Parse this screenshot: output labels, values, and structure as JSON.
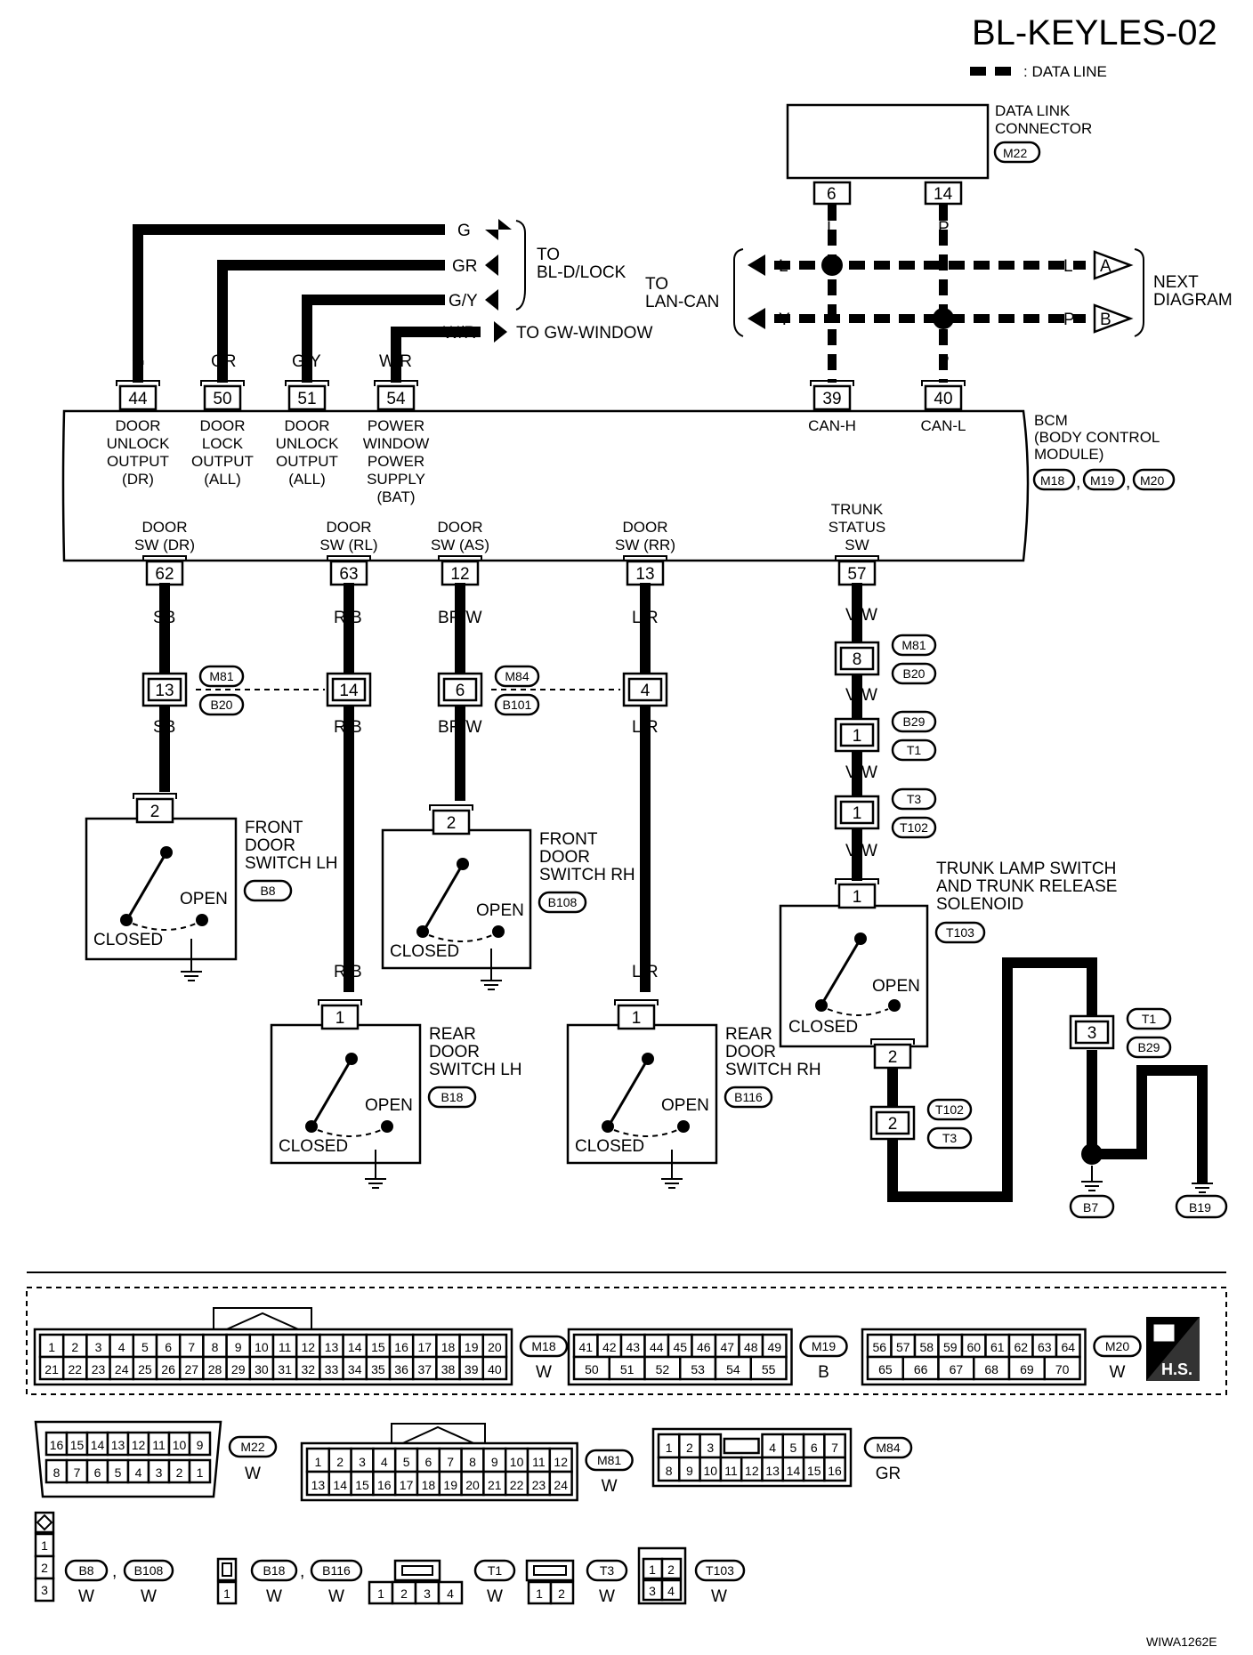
{
  "diagram_id": "BL-KEYLES-02",
  "legend": {
    "data_line": ": DATA LINE"
  },
  "dlc": {
    "label1": "DATA LINK",
    "label2": "CONNECTOR",
    "conn": "M22",
    "pin_l": "6",
    "pin_p": "14"
  },
  "to_bl_dlock": {
    "l1": "TO",
    "l2": "BL-D/LOCK"
  },
  "to_gw": "TO GW-WINDOW",
  "to_lan": {
    "l1": "TO",
    "l2": "LAN-CAN"
  },
  "next_diagram": {
    "l1": "NEXT",
    "l2": "DIAGRAM",
    "a": "A",
    "b": "B"
  },
  "bcm": {
    "l1": "BCM",
    "l2": "(BODY CONTROL",
    "l3": "MODULE)",
    "c1": "M18",
    "c2": "M19",
    "c3": "M20",
    "sep": ","
  },
  "colors": {
    "G": "G",
    "GR": "GR",
    "GY": "G/Y",
    "WR": "W/R",
    "L": "L",
    "P": "P",
    "Y": "Y",
    "SB": "SB",
    "RB": "R/B",
    "BRW": "BR/W",
    "LR": "L/R",
    "VW": "V/W",
    "B": "B"
  },
  "top_pins": [
    {
      "pin": "44",
      "lines": [
        "DOOR",
        "UNLOCK",
        "OUTPUT",
        "(DR)"
      ]
    },
    {
      "pin": "50",
      "lines": [
        "DOOR",
        "LOCK",
        "OUTPUT",
        "(ALL)"
      ]
    },
    {
      "pin": "51",
      "lines": [
        "DOOR",
        "UNLOCK",
        "OUTPUT",
        "(ALL)"
      ]
    },
    {
      "pin": "54",
      "lines": [
        "POWER",
        "WINDOW",
        "POWER",
        "SUPPLY",
        "(BAT)"
      ]
    },
    {
      "pin": "39",
      "lines": [
        "CAN-H"
      ]
    },
    {
      "pin": "40",
      "lines": [
        "CAN-L"
      ]
    }
  ],
  "bottom_pins": [
    {
      "pin": "62",
      "lines": [
        "DOOR",
        "SW (DR)"
      ]
    },
    {
      "pin": "63",
      "lines": [
        "DOOR",
        "SW (RL)"
      ]
    },
    {
      "pin": "12",
      "lines": [
        "DOOR",
        "SW (AS)"
      ]
    },
    {
      "pin": "13",
      "lines": [
        "DOOR",
        "SW (RR)"
      ]
    },
    {
      "pin": "57",
      "lines": [
        "TRUNK",
        "STATUS",
        "SW"
      ]
    }
  ],
  "joints": {
    "j1": {
      "pin": "13",
      "ca": "M81",
      "cb": "B20"
    },
    "j2": {
      "pin": "14"
    },
    "j3": {
      "pin": "6",
      "ca": "M84",
      "cb": "B101"
    },
    "j4": {
      "pin": "4"
    },
    "j5": {
      "pin": "8",
      "ca": "M81",
      "cb": "B20"
    },
    "j6": {
      "pin": "1",
      "ca": "B29",
      "cb": "T1"
    },
    "j7": {
      "pin": "1",
      "ca": "T3",
      "cb": "T102"
    },
    "j8": {
      "pin": "2",
      "ca": "T102",
      "cb": "T3"
    },
    "j9": {
      "pin": "3",
      "ca": "T1",
      "cb": "B29"
    }
  },
  "switches": {
    "fl": {
      "l1": "FRONT",
      "l2": "DOOR",
      "l3": "SWITCH LH",
      "conn": "B8",
      "pin": "2"
    },
    "fr": {
      "l1": "FRONT",
      "l2": "DOOR",
      "l3": "SWITCH RH",
      "conn": "B108",
      "pin": "2"
    },
    "rl": {
      "l1": "REAR",
      "l2": "DOOR",
      "l3": "SWITCH LH",
      "conn": "B18",
      "pin": "1"
    },
    "rr": {
      "l1": "REAR",
      "l2": "DOOR",
      "l3": "SWITCH RH",
      "conn": "B116",
      "pin": "1"
    },
    "trunk": {
      "l1": "TRUNK LAMP SWITCH",
      "l2": "AND TRUNK RELEASE",
      "l3": "SOLENOID",
      "conn": "T103",
      "pin1": "1",
      "pin2": "2"
    },
    "open": "OPEN",
    "closed": "CLOSED"
  },
  "grounds": {
    "g1": "B7",
    "g2": "B19"
  },
  "connectors": {
    "M18": {
      "name": "M18",
      "color": "W",
      "row1": [
        "1",
        "2",
        "3",
        "4",
        "5",
        "6",
        "7",
        "8",
        "9",
        "10",
        "11",
        "12",
        "13",
        "14",
        "15",
        "16",
        "17",
        "18",
        "19",
        "20"
      ],
      "row2": [
        "21",
        "22",
        "23",
        "24",
        "25",
        "26",
        "27",
        "28",
        "29",
        "30",
        "31",
        "32",
        "33",
        "34",
        "35",
        "36",
        "37",
        "38",
        "39",
        "40"
      ]
    },
    "M19": {
      "name": "M19",
      "color": "B",
      "row1": [
        "41",
        "42",
        "43",
        "44",
        "45",
        "46",
        "47",
        "48",
        "49"
      ],
      "row2": [
        "50",
        "51",
        "52",
        "53",
        "54",
        "55"
      ]
    },
    "M20": {
      "name": "M20",
      "color": "W",
      "row1": [
        "56",
        "57",
        "58",
        "59",
        "60",
        "61",
        "62",
        "63",
        "64"
      ],
      "row2": [
        "65",
        "66",
        "67",
        "68",
        "69",
        "70"
      ]
    },
    "M22": {
      "name": "M22",
      "color": "W",
      "row1": [
        "16",
        "15",
        "14",
        "13",
        "12",
        "11",
        "10",
        "9"
      ],
      "row2": [
        "8",
        "7",
        "6",
        "5",
        "4",
        "3",
        "2",
        "1"
      ]
    },
    "M81": {
      "name": "M81",
      "color": "W",
      "row1": [
        "1",
        "2",
        "3",
        "4",
        "5",
        "6",
        "7",
        "8",
        "9",
        "10",
        "11",
        "12"
      ],
      "row2": [
        "13",
        "14",
        "15",
        "16",
        "17",
        "18",
        "19",
        "20",
        "21",
        "22",
        "23",
        "24"
      ]
    },
    "M84": {
      "name": "M84",
      "color": "GR",
      "row1": [
        "1",
        "2",
        "3",
        "4",
        "5",
        "6",
        "7"
      ],
      "row2": [
        "8",
        "9",
        "10",
        "11",
        "12",
        "13",
        "14",
        "15",
        "16"
      ]
    },
    "B8": {
      "name": "B8",
      "color": "W",
      "pins": [
        "1",
        "2",
        "3"
      ]
    },
    "B108": {
      "name": "B108",
      "color": "W"
    },
    "B18": {
      "name": "B18",
      "color": "W",
      "pins": [
        "1"
      ]
    },
    "B116": {
      "name": "B116",
      "color": "W"
    },
    "T1": {
      "name": "T1",
      "color": "W",
      "pins": [
        "1",
        "2",
        "3",
        "4"
      ]
    },
    "T3": {
      "name": "T3",
      "color": "W",
      "pins": [
        "1",
        "2"
      ]
    },
    "T103": {
      "name": "T103",
      "color": "W",
      "row1": [
        "1",
        "2"
      ],
      "row2": [
        "3",
        "4"
      ]
    }
  },
  "hs_icon": "H.S.",
  "doc_code": "WIWA1262E"
}
